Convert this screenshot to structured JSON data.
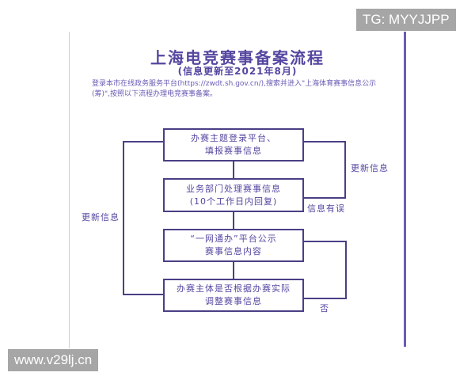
{
  "document": {
    "title": "上海电竞赛事备案流程",
    "subtitle": "(信息更新至2021年8月)",
    "intro": "登录本市在线政务服务平台(https://zwdt.sh.gov.cn/),搜索并进入\"上海体育赛事信息公示(筹)\",按照以下流程办理电竞赛事备案。"
  },
  "flow": {
    "steps": [
      {
        "line1": "办赛主题登录平台、",
        "line2": "填报赛事信息"
      },
      {
        "line1": "业务部门处理赛事信息",
        "line2": "(10个工作日内回复)"
      },
      {
        "line1": "“一网通办”平台公示",
        "line2": "赛事信息内容"
      },
      {
        "line1": "办赛主体是否根据办赛实际",
        "line2": "调整赛事信息"
      }
    ],
    "labels": {
      "right_loop_top": "更新信息",
      "info_error": "信息有误",
      "left_loop": "更新信息",
      "no": "否"
    }
  },
  "watermarks": {
    "top_right": "TG: MYYJJPP",
    "bottom_left": "www.v29lj.cn"
  },
  "colors": {
    "accent": "#5447a0",
    "line": "#4a3f86",
    "watermark_bg": "#a6a6a6"
  }
}
